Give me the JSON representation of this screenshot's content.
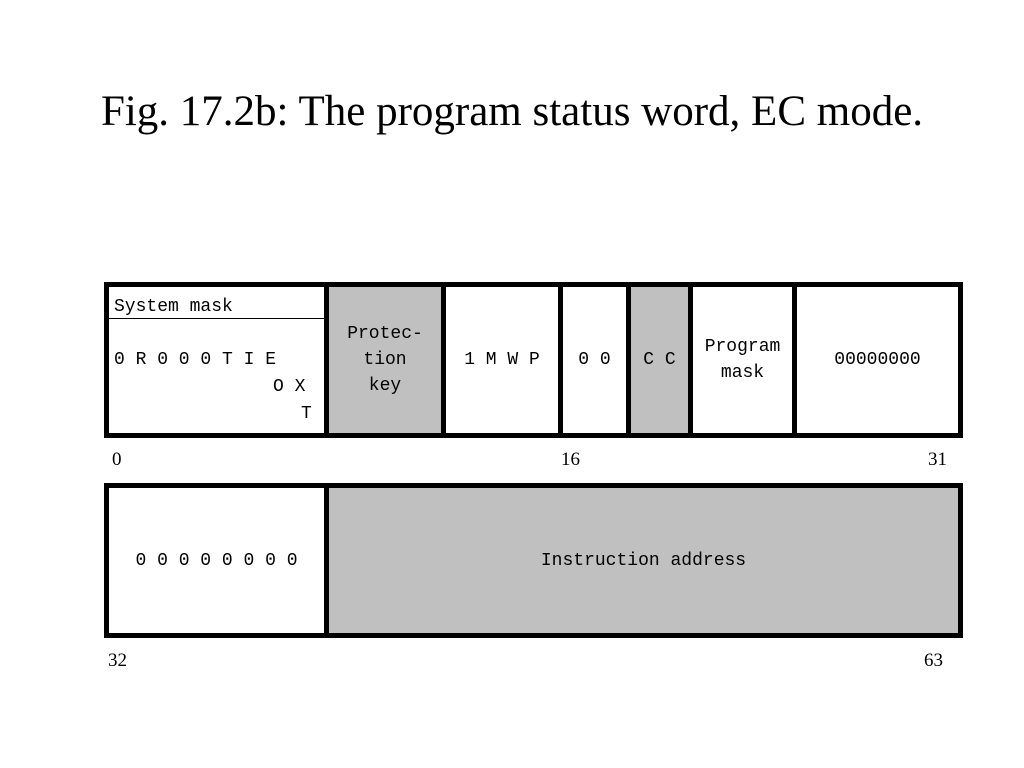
{
  "title": "Fig. 17.2b: The program status word, EC mode.",
  "word1": {
    "system_mask_label": "System mask",
    "system_mask_bits_row1": "0 R 0 0 0 T I E",
    "system_mask_bits_row2": "O X",
    "system_mask_bits_row3": "T",
    "protection_key": "Protec-\ntion\nkey",
    "flags": "1 M W P",
    "zeros_pair": "0 0",
    "condition_code": "C C",
    "program_mask": "Program\nmask",
    "zeros_eight": "00000000",
    "bit_start": "0",
    "bit_mid": "16",
    "bit_end": "31"
  },
  "word2": {
    "zeros": "0 0 0 0 0 0 0 0",
    "instruction_address": "Instruction address",
    "bit_start": "32",
    "bit_end": "63"
  },
  "colors": {
    "shaded": "#c0c0c0",
    "border": "#000000"
  }
}
